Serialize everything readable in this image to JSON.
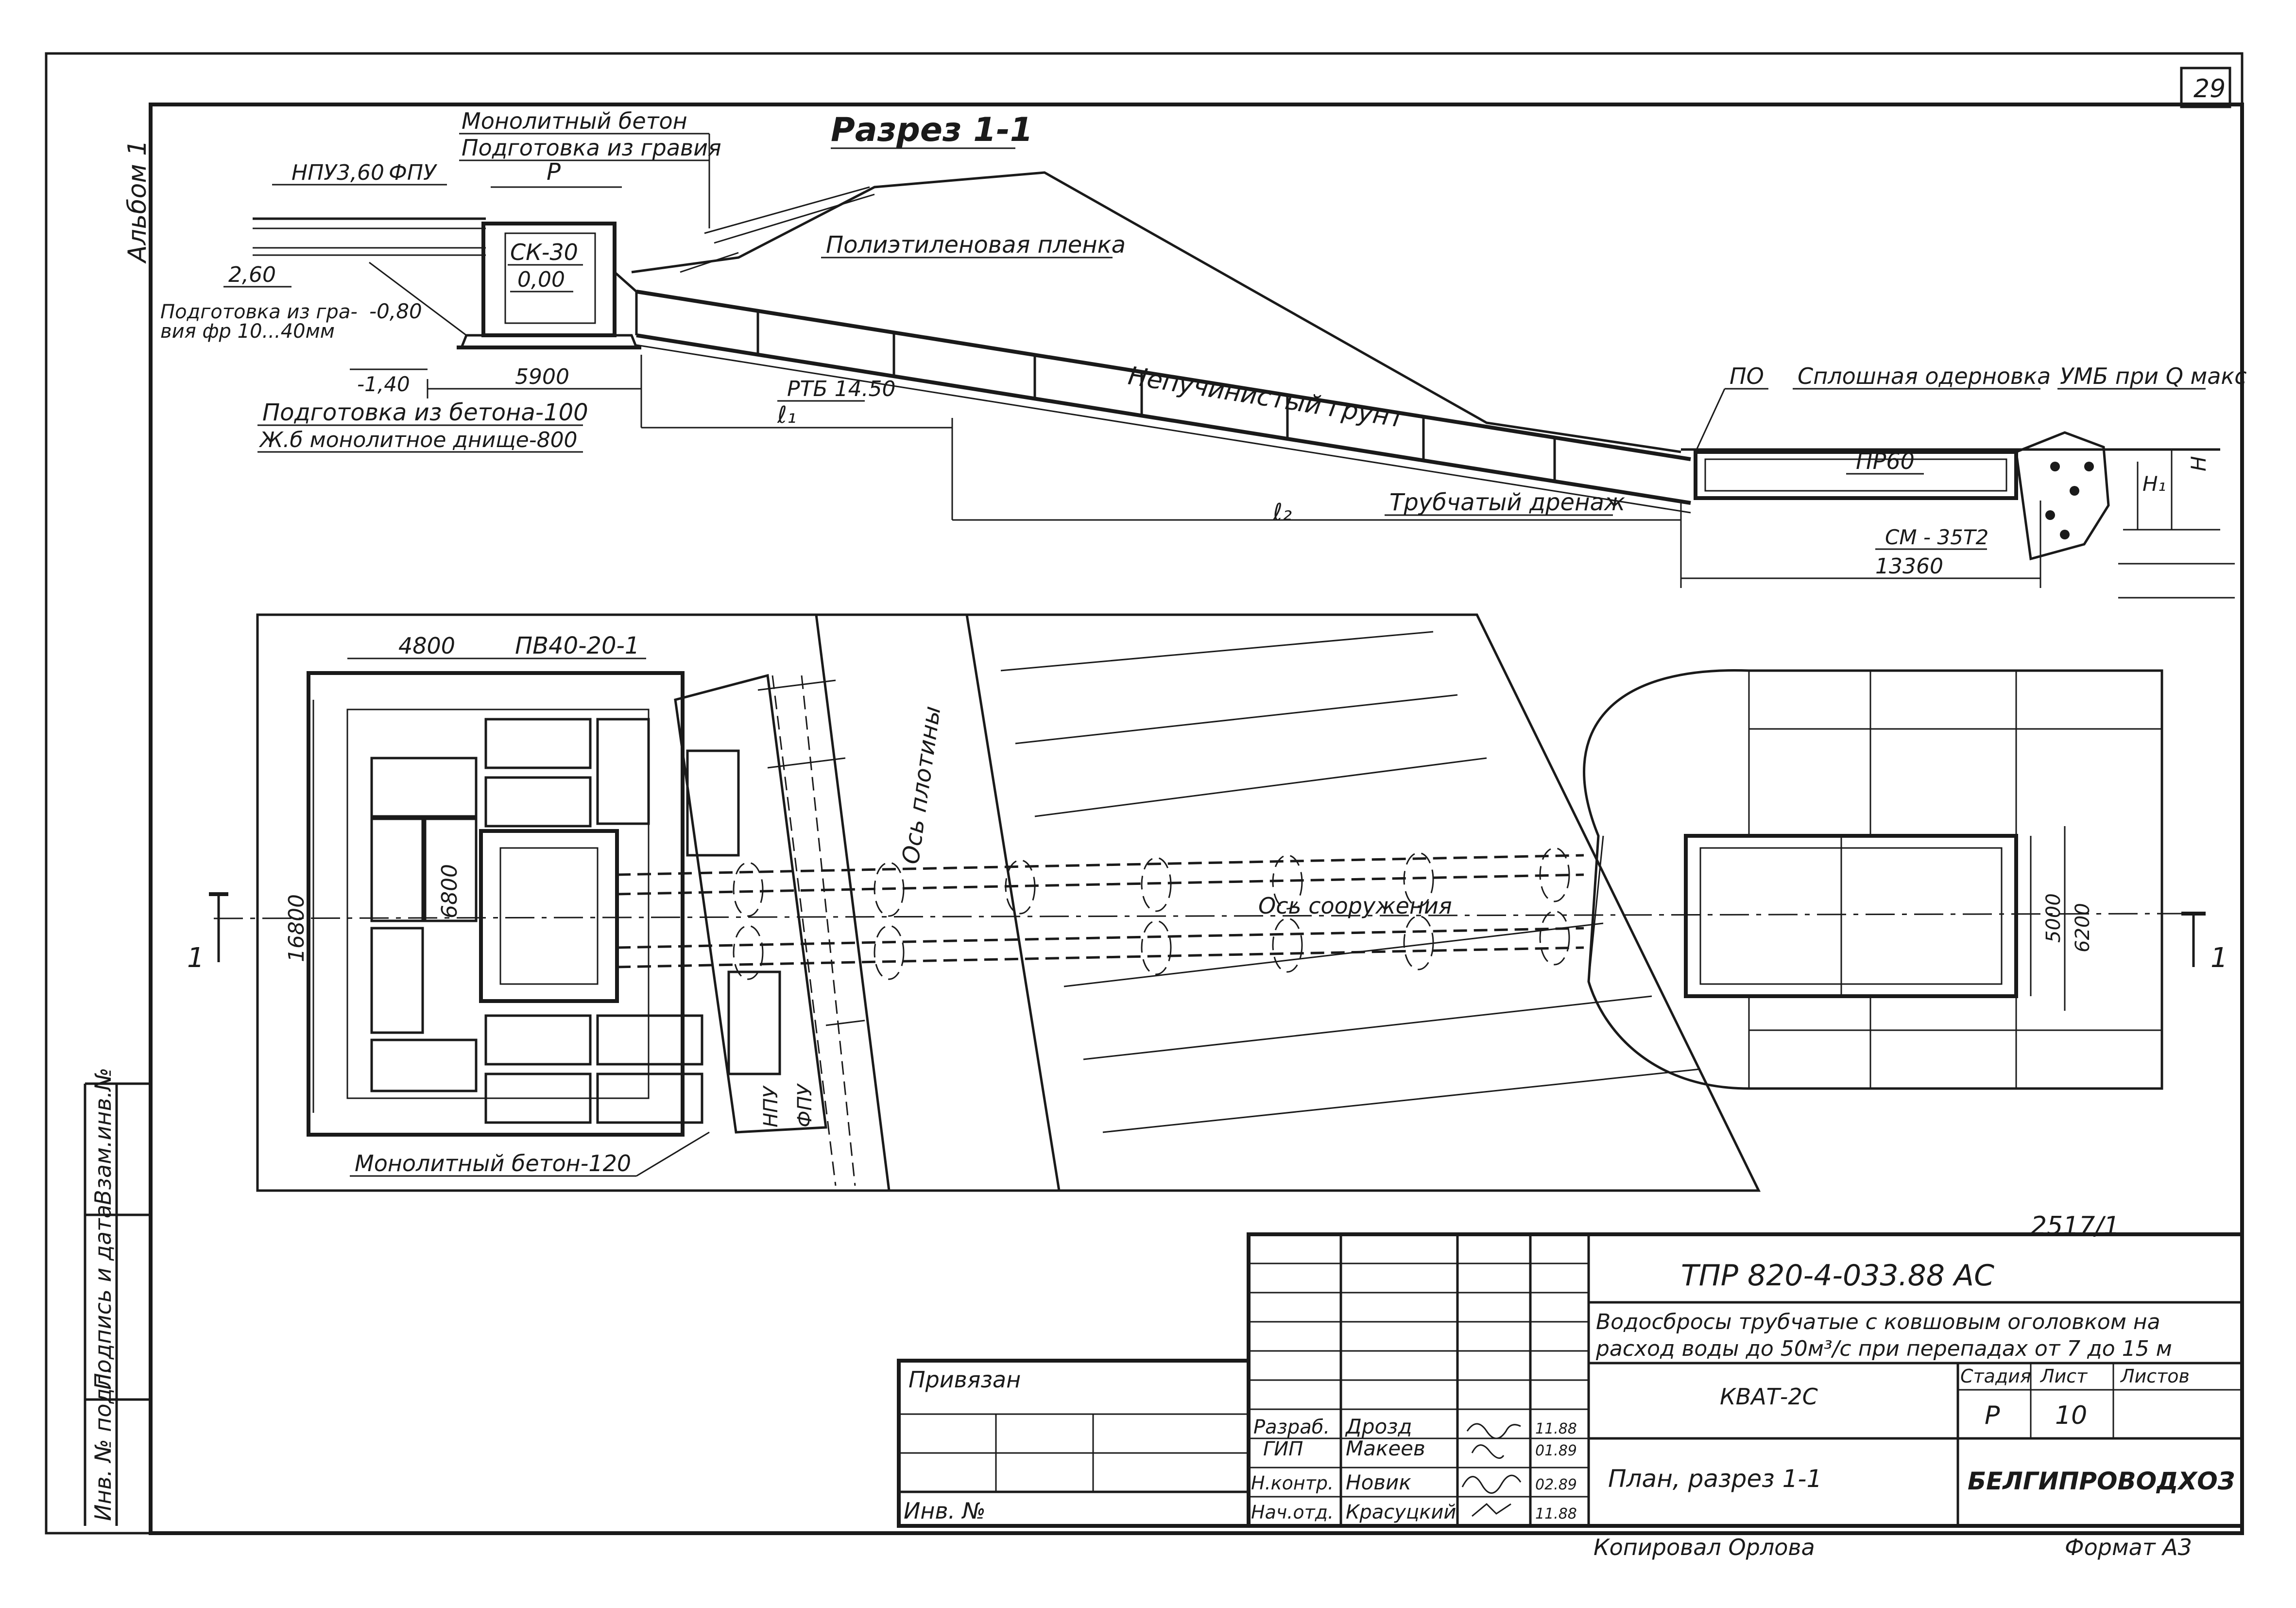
{
  "page_number": "29",
  "album_label": "Альбом 1",
  "section": {
    "title": "Разрез 1-1",
    "labels": {
      "monolith_concrete": "Монолитный бетон",
      "gravel_prep": "Подготовка из гравия",
      "npu": "НПУ3,60",
      "fpu": "ФПУ",
      "p": "Р",
      "sk30": "СК-30",
      "zero": "0,00",
      "elev_260": "2,60",
      "elev_080": "-0,80",
      "elev_140": "-1,40",
      "gravel_prep_fr_1": "Подготовка из гра-",
      "gravel_prep_fr_2": "вия фр 10...40мм",
      "dim_5900": "5900",
      "concrete_prep": "Подготовка из бетона-100",
      "rc_bottom": "Ж.б монолитное днище-800",
      "rtb": "РТБ 14.50",
      "l1": "ℓ₁",
      "l2": "ℓ₂",
      "polyethylene": "Полиэтиленовая пленка",
      "nonheaving": "Непучинистый грунт",
      "po": "ПО",
      "sod": "Сплошная одерновка",
      "umb": "УМБ при Q макс",
      "pr60": "ПР60",
      "drain": "Трубчатый дренаж",
      "sm35": "СМ - 35Т2",
      "dim_13360": "13360",
      "h": "Н",
      "h1": "Н₁"
    }
  },
  "plan": {
    "labels": {
      "dim_4800": "4800",
      "pv": "ПВ40-20-1",
      "dim_16800": "16800",
      "dim_6800": "6800",
      "dam_axis": "Ось плотины",
      "structure_axis": "Ось сооружения",
      "mono_concrete_120": "Монолитный бетон-120",
      "npu": "НПУ",
      "fpu": "ФПУ",
      "cut_left": "1",
      "cut_right": "1",
      "dim_5000": "5000",
      "dim_6200": "6200",
      "note_2517": "2517/1"
    }
  },
  "left_strip": {
    "inv_podl": "Инв. № подл.",
    "sign_date": "Подпись и дата",
    "vzam": "Взам.инв.№"
  },
  "title_block": {
    "doc_code": "ТПР 820-4-033.88    АС",
    "description_1": "Водосбросы трубчатые с ковшовым оголовком на",
    "description_2": "расход воды до 50м³/с при перепадах от 7 до 15 м",
    "privyazan": "Привязан",
    "inv_no": "Инв. №",
    "object": "КВАТ-2С",
    "sheet_name": "План, разрез 1-1",
    "stage_label": "Стадия",
    "sheet_label": "Лист",
    "sheets_label": "Листов",
    "stage": "Р",
    "sheet": "10",
    "sheets": "",
    "organization": "БЕЛГИПРОВОДХОЗ",
    "roles": [
      {
        "role": "Разраб.",
        "name": "Дрозд",
        "date": "11.88"
      },
      {
        "role": "ГИП",
        "name": "Макеев",
        "date": "01.89"
      },
      {
        "role": "Н.контр.",
        "name": "Новик",
        "date": "02.89"
      },
      {
        "role": "Нач.отд.",
        "name": "Красуцкий",
        "date": "11.88"
      }
    ],
    "copied": "Копировал Орлова",
    "format": "Формат А3"
  }
}
